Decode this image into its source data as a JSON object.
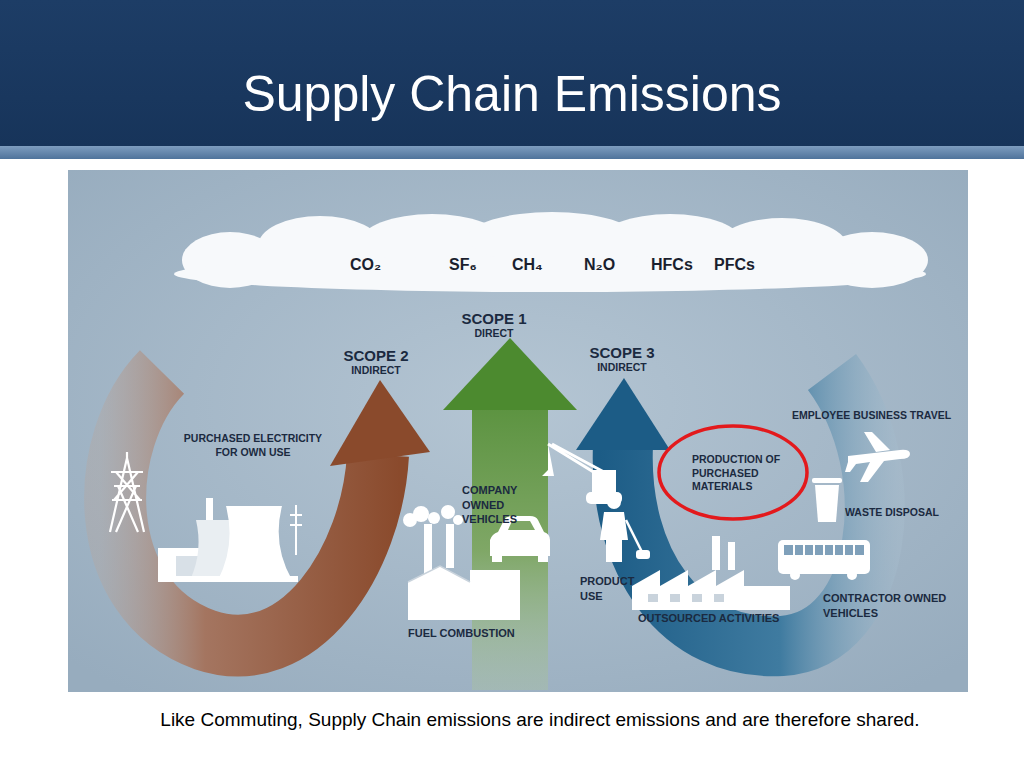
{
  "diagram": {
    "title": "Supply Chain Emissions",
    "caption": "Like Commuting, Supply Chain emissions are indirect emissions and are therefore shared.",
    "nodes": [
      {
        "text": [
          "CO₂",
          "SF₆",
          "CH₄",
          "N₂O",
          "HFCs",
          "PFCs"
        ]
      },
      {
        "text": [
          "PRODUCTION OF PURCHASED MATERIALS"
        ]
      }
    ],
    "labels": [
      "SCOPE 1",
      "DIRECT",
      "SCOPE 2",
      "INDIRECT",
      "SCOPE 3",
      "INDIRECT",
      "EMPLOYEE BUSINESS TRAVEL",
      "PURCHASED ELECTRICITY FOR OWN USE",
      "COMPANY OWNED VEHICLES",
      "WASTE DISPOSAL",
      "PRODUCT USE",
      "CONTRACTOR OWNED VEHICLES",
      "OUTSOURCED ACTIVITIES",
      "FUEL COMBUSTION"
    ]
  }
}
